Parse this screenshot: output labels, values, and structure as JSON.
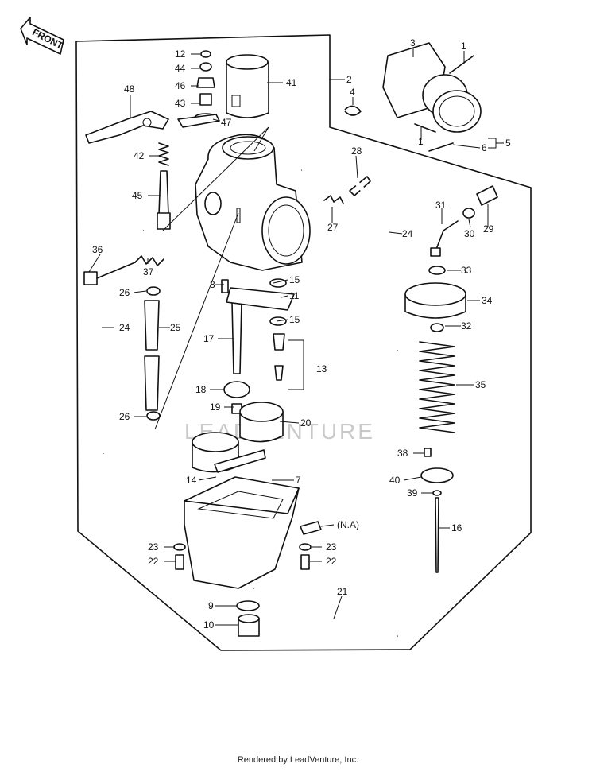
{
  "front_badge": "FRONT",
  "watermark": "LEADVENTURE",
  "footer": "Rendered by LeadVenture, Inc.",
  "callouts": [
    "12",
    "44",
    "46",
    "43",
    "47",
    "41",
    "48",
    "42",
    "45",
    "36",
    "37",
    "26",
    "24",
    "25",
    "26",
    "8",
    "15",
    "11",
    "15",
    "17",
    "13",
    "18",
    "19",
    "20",
    "14",
    "7",
    "23",
    "22",
    "9",
    "10",
    "(N.A)",
    "23",
    "22",
    "21",
    "2",
    "3",
    "1",
    "4",
    "1",
    "6",
    "5",
    "28",
    "27",
    "24",
    "31",
    "30",
    "29",
    "33",
    "34",
    "32",
    "35",
    "38",
    "40",
    "39",
    "16"
  ]
}
